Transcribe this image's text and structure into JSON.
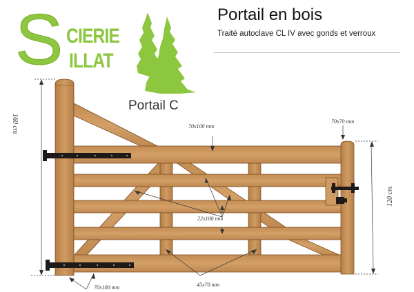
{
  "logo": {
    "initial": "S",
    "line1": "CIERIE",
    "line2": "ILLAT",
    "brand_color": "#8dc63f",
    "icon": "pine-trees-icon"
  },
  "header": {
    "title": "Portail en bois",
    "tagline": "Traité autoclave  CL IV avec gonds et verroux"
  },
  "model": {
    "label": "Portail C"
  },
  "dimensions": {
    "post_height": "160 cm",
    "gate_height": "120 cm",
    "top_rail": "70x100 mm",
    "end_post": "70x70 mm",
    "rails": "22x100 mm",
    "braces": "45x70 mm",
    "hinge_post": "70x100 mm"
  },
  "colors": {
    "wood": "#c8935a",
    "wood_dark": "#8a5a2b",
    "hardware": "#1e1a17"
  }
}
